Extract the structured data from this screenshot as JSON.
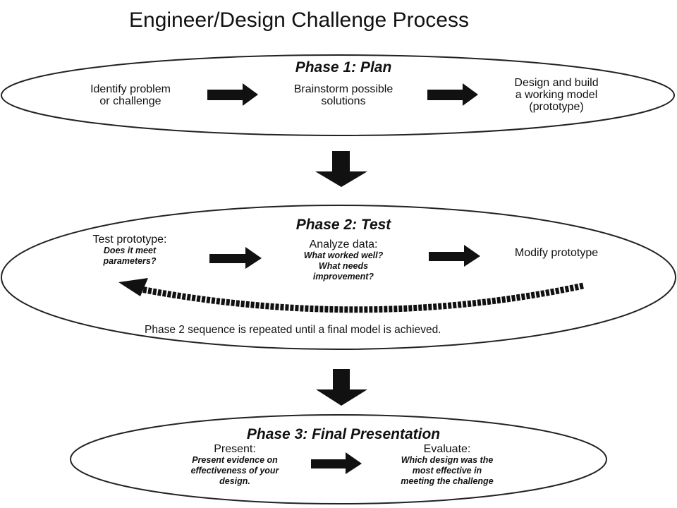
{
  "title": "Engineer/Design Challenge Process",
  "phase1": {
    "title": "Phase 1: Plan",
    "step1": [
      "Identify problem",
      "or challenge"
    ],
    "step2": [
      "Brainstorm possible",
      "solutions"
    ],
    "step3": [
      "Design and build",
      "a working model",
      "(prototype)"
    ]
  },
  "phase2": {
    "title": "Phase 2:  Test",
    "step1": {
      "head": "Test prototype:",
      "sub": [
        "Does it meet",
        "parameters?"
      ]
    },
    "step2": {
      "head": "Analyze data:",
      "sub": [
        "What worked well?",
        "What needs",
        "improvement?"
      ]
    },
    "step3": "Modify prototype",
    "note": "Phase 2 sequence is repeated until a final model is achieved."
  },
  "phase3": {
    "title": "Phase 3:  Final Presentation",
    "step1": {
      "head": "Present:",
      "sub": [
        "Present evidence on",
        "effectiveness of your",
        "design."
      ]
    },
    "step2": {
      "head": "Evaluate:",
      "sub": [
        "Which design was the",
        "most effective in",
        "meeting the challenge"
      ]
    }
  }
}
